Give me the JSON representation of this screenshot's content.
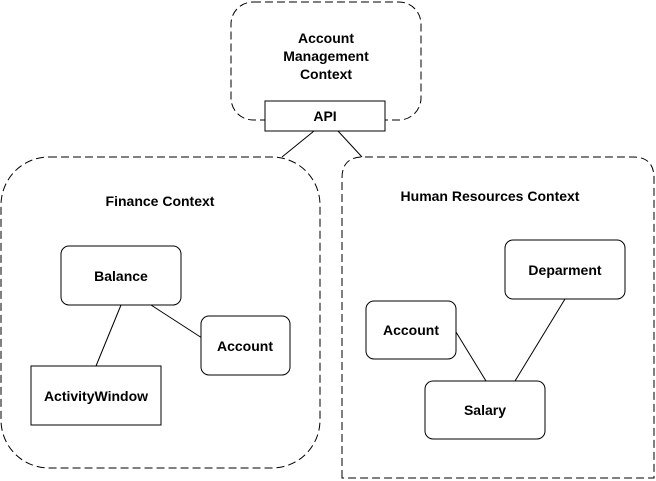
{
  "contexts": {
    "account_management": {
      "title_lines": [
        "Account",
        "Management",
        "Context"
      ],
      "api_label": "API"
    },
    "finance": {
      "title": "Finance Context",
      "entities": {
        "balance": "Balance",
        "account": "Account",
        "activity_window": "ActivityWindow"
      }
    },
    "human_resources": {
      "title": "Human Resources Context",
      "entities": {
        "account": "Account",
        "department": "Deparment",
        "salary": "Salary"
      }
    }
  },
  "colors": {
    "stroke": "#000000",
    "background": "#ffffff"
  }
}
